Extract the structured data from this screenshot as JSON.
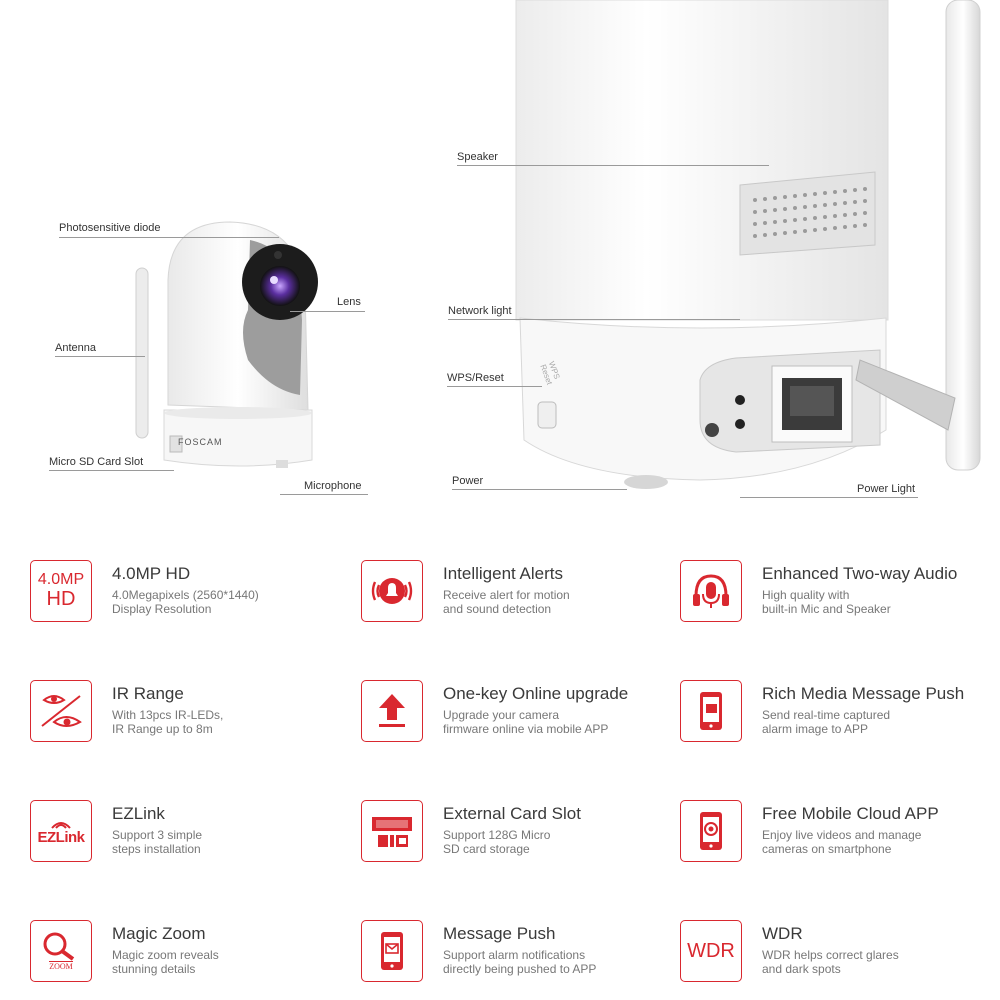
{
  "colors": {
    "accent": "#d9282f",
    "line": "#9a9a9a",
    "product": "#f3f3f3"
  },
  "callouts": {
    "photosensitive": "Photosensitive diode",
    "lens": "Lens",
    "antenna": "Antenna",
    "sdslot": "Micro SD Card Slot",
    "microphone": "Microphone",
    "speaker": "Speaker",
    "network": "Network light",
    "wps": "WPS/Reset",
    "power": "Power",
    "powerlight": "Power Light"
  },
  "product": {
    "brand": "FOSCAM",
    "wps_print": "WPS\nReset"
  },
  "features": [
    {
      "icon": "4mp-hd-icon",
      "icon_text_top": "4.0MP",
      "icon_text_bottom": "HD",
      "title": "4.0MP HD",
      "desc": "4.0Megapixels (2560*1440)\nDisplay Resolution"
    },
    {
      "icon": "alarm-bell-icon",
      "title": "Intelligent Alerts",
      "desc": "Receive alert for motion\nand sound detection"
    },
    {
      "icon": "headset-mic-icon",
      "title": "Enhanced Two-way Audio",
      "desc": "High quality with\nbuilt-in Mic and Speaker"
    },
    {
      "icon": "night-eye-icon",
      "title": "IR Range",
      "desc": "With 13pcs IR-LEDs,\nIR Range up to 8m"
    },
    {
      "icon": "upload-arrow-icon",
      "title": "One-key Online upgrade",
      "desc": "Upgrade your camera\nfirmware online via mobile APP"
    },
    {
      "icon": "phone-image-icon",
      "title": "Rich Media Message Push",
      "desc": "Send real-time captured\nalarm image to APP"
    },
    {
      "icon": "ezlink-icon",
      "icon_text": "EZLink",
      "title": "EZLink",
      "desc": "Support 3 simple\nsteps installation"
    },
    {
      "icon": "microsd-icon",
      "title": "External Card Slot",
      "desc": "Support 128G Micro\nSD card storage"
    },
    {
      "icon": "phone-cloud-icon",
      "title": "Free Mobile Cloud APP",
      "desc": "Enjoy live videos and manage\ncameras on smartphone"
    },
    {
      "icon": "magnifier-zoom-icon",
      "icon_text": "ZOOM",
      "title": "Magic Zoom",
      "desc": "Magic zoom reveals\nstunning details"
    },
    {
      "icon": "phone-message-icon",
      "title": "Message Push",
      "desc": "Support alarm notifications\ndirectly being pushed to APP"
    },
    {
      "icon": "wdr-icon",
      "icon_text": "WDR",
      "title": "WDR",
      "desc": "WDR helps correct glares\nand dark spots"
    }
  ]
}
